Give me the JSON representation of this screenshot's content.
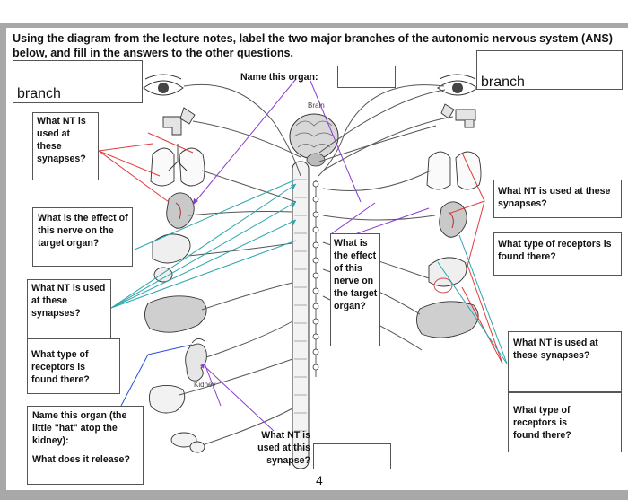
{
  "instructions": "Using the diagram from the lecture notes, label the two major branches of the autonomic nervous system (ANS) below, and fill in the answers to the other questions.",
  "labels": {
    "name_organ": "Name this organ:",
    "brain": "Brain",
    "kidney": "Kidney",
    "branch_left": "branch",
    "branch_right": "branch",
    "page_number": "4"
  },
  "questions": {
    "left_nt_synapses": "What NT is used at these synapses?",
    "effect_nerve": "What is the effect of this nerve on the target organ?",
    "left_nt_synapses_2": "What NT is used at these synapses?",
    "left_receptors": "What type of receptors is found there?",
    "name_organ_hat": "Name this organ (the little \"hat\" atop the kidney):",
    "release": "What does it release?",
    "nt_synapse_bottom": "What NT is used at this synapse?",
    "center_effect": "What is the effect of this nerve on the target organ?",
    "right_nt_synapses": "What NT is used at these synapses?",
    "right_receptors": "What type of receptors is found there?",
    "right_nt_synapses_2": "What NT is used at these synapses?",
    "right_receptors_2": "What type of receptors is found there?"
  }
}
